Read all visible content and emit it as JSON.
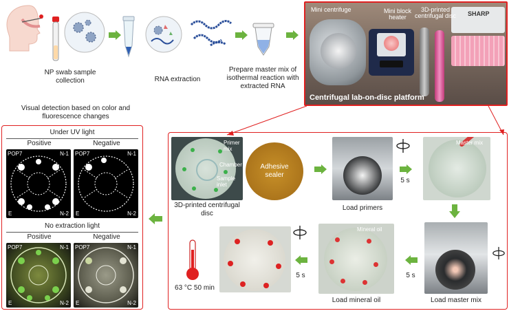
{
  "top": {
    "np_swab": "NP swab sample collection",
    "rna_extraction": "RNA extraction",
    "master_mix": "Prepare master mix of isothermal reaction with extracted RNA",
    "platform": {
      "mini_centrifuge": "Mini centrifuge",
      "mini_block_heater": "Mini block heater",
      "printed_disc": "3D-printed centrifugal disc",
      "title": "Centrifugal lab-on-disc platform",
      "box_brand": "SHARP"
    }
  },
  "left": {
    "heading": "Visual detection based on color and fluorescence changes",
    "uv": {
      "title": "Under UV light",
      "positive": "Positive",
      "negative": "Negative"
    },
    "noext": {
      "title": "No extraction light",
      "positive": "Positive",
      "negative": "Negative"
    },
    "tags": {
      "pop7": "POP7",
      "n1": "N-1",
      "n2": "N-2",
      "e": "E"
    }
  },
  "process": {
    "disc": {
      "caption": "3D-printed centrifugal disc",
      "primer_mix": "Primer mix",
      "chamber": "Chamber",
      "sample_inlet": "Sample inlet"
    },
    "sealer": "Adhesive sealer",
    "load_primers": "Load primers",
    "spin1": "5 s",
    "master_mix_label": "Master mix",
    "load_master_mix": "Load master mix",
    "spin2": "5 s",
    "mineral_oil": "Mineral oil",
    "load_mineral_oil": "Load mineral oil",
    "spin3": "5 s",
    "incubate": "63 °C 50 min"
  },
  "colors": {
    "red": "#e02020",
    "green_arrow": "#6cb33f",
    "blue_arrow": "#6a8fc2"
  }
}
